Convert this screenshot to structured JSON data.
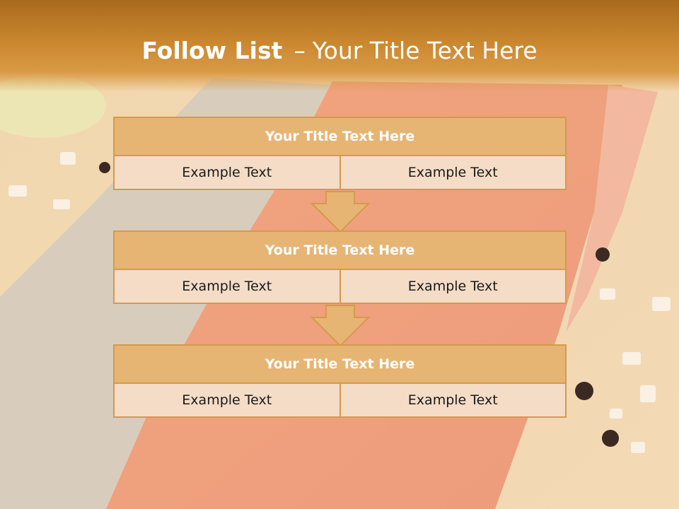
{
  "slide": {
    "title_bold": "Follow List",
    "title_sep": "–",
    "title_rest": "Your Title Text Here"
  },
  "blocks": [
    {
      "title": "Your Title Text Here",
      "left": "Example Text",
      "right": "Example Text"
    },
    {
      "title": "Your Title Text Here",
      "left": "Example Text",
      "right": "Example Text"
    },
    {
      "title": "Your Title Text Here",
      "left": "Example Text",
      "right": "Example Text"
    }
  ],
  "colors": {
    "banner": "#c9862e",
    "header_fill": "#e6b574",
    "cell_fill": "#f4dcc6",
    "border": "#d59a4a"
  }
}
